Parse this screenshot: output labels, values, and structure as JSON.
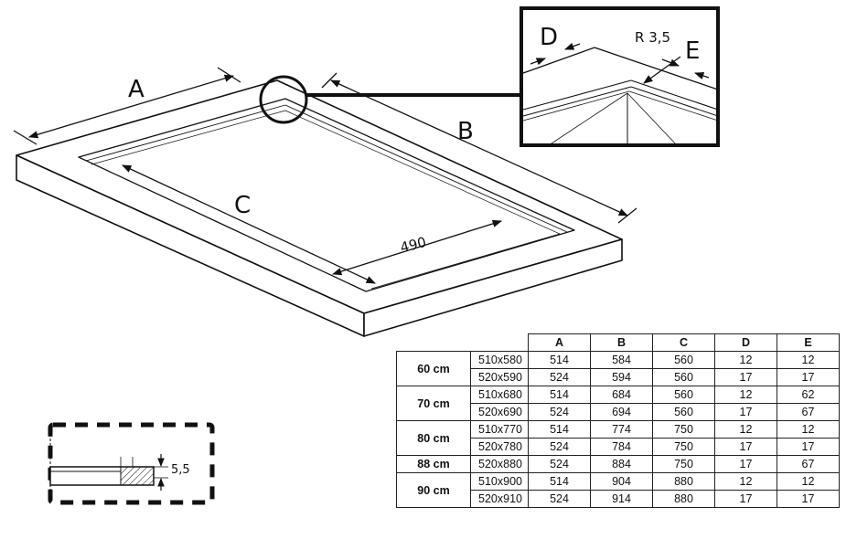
{
  "labels": {
    "A": "A",
    "B": "B",
    "C": "C",
    "D": "D",
    "E": "E",
    "width_490": "490",
    "radius": "R 3,5",
    "depth": "5,5"
  },
  "table": {
    "headers": [
      "A",
      "B",
      "C",
      "D",
      "E"
    ],
    "groups": [
      {
        "group": "60 cm",
        "rows": [
          {
            "size": "510x580",
            "values": [
              "514",
              "584",
              "560",
              "12",
              "12"
            ]
          },
          {
            "size": "520x590",
            "values": [
              "524",
              "594",
              "560",
              "17",
              "17"
            ]
          }
        ]
      },
      {
        "group": "70 cm",
        "rows": [
          {
            "size": "510x680",
            "values": [
              "514",
              "684",
              "560",
              "12",
              "62"
            ]
          },
          {
            "size": "520x690",
            "values": [
              "524",
              "694",
              "560",
              "17",
              "67"
            ]
          }
        ]
      },
      {
        "group": "80 cm",
        "rows": [
          {
            "size": "510x770",
            "values": [
              "514",
              "774",
              "750",
              "12",
              "12"
            ]
          },
          {
            "size": "520x780",
            "values": [
              "524",
              "784",
              "750",
              "17",
              "17"
            ]
          }
        ]
      },
      {
        "group": "88 cm",
        "rows": [
          {
            "size": "520x880",
            "values": [
              "524",
              "884",
              "750",
              "17",
              "67"
            ]
          }
        ]
      },
      {
        "group": "90 cm",
        "rows": [
          {
            "size": "510x900",
            "values": [
              "514",
              "904",
              "880",
              "12",
              "12"
            ]
          },
          {
            "size": "520x910",
            "values": [
              "524",
              "914",
              "880",
              "17",
              "17"
            ]
          }
        ]
      }
    ]
  }
}
